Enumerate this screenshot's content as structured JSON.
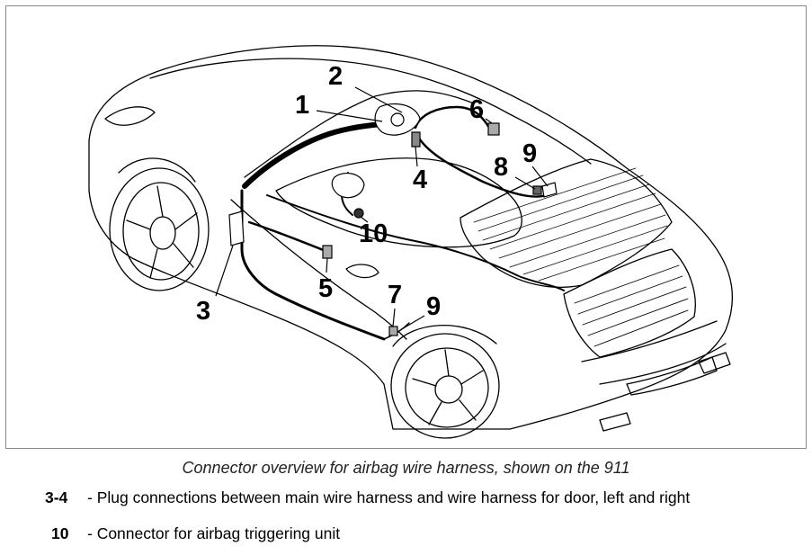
{
  "diagram": {
    "callouts": [
      {
        "id": "1",
        "label": "1"
      },
      {
        "id": "2",
        "label": "2"
      },
      {
        "id": "3",
        "label": "3"
      },
      {
        "id": "4",
        "label": "4"
      },
      {
        "id": "5",
        "label": "5"
      },
      {
        "id": "6",
        "label": "6"
      },
      {
        "id": "7",
        "label": "7"
      },
      {
        "id": "8",
        "label": "8"
      },
      {
        "id": "9a",
        "label": "9"
      },
      {
        "id": "9b",
        "label": "9"
      },
      {
        "id": "10",
        "label": "10"
      }
    ]
  },
  "caption": "Connector overview for airbag wire harness, shown on the 911",
  "legend": [
    {
      "key": "3-4",
      "text": "- Plug connections between main wire harness and wire harness for door, left and right"
    },
    {
      "key": "10",
      "text": "- Connector for airbag triggering unit"
    }
  ]
}
